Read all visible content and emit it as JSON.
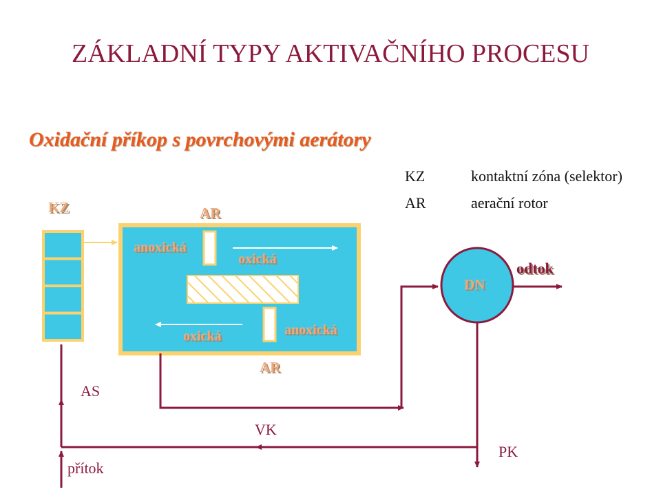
{
  "title": "ZÁKLADNÍ TYPY AKTIVAČNÍHO PROCESU",
  "subtitle": "Oxidační příkop s povrchovými aerátory",
  "legend": [
    {
      "abbr": "KZ",
      "desc": "kontaktní zóna (selektor)"
    },
    {
      "abbr": "AR",
      "desc": "aerační rotor"
    }
  ],
  "labels": {
    "kz": "KZ",
    "ar_top": "AR",
    "ar_bottom": "AR",
    "anoxic_left": "anoxická",
    "oxic_top": "oxická",
    "oxic_bottom": "oxická",
    "anoxic_right": "anoxická",
    "dn": "DN",
    "odtok": "odtok",
    "as": "AS",
    "vk": "VK",
    "pk": "PK",
    "pritok": "přítok"
  },
  "colors": {
    "title": "#8b1a3d",
    "subtitle": "#e8591f",
    "pipe": "#8b1a3d",
    "tank_fill": "#3ec8e6",
    "tank_border": "#fcd270",
    "label_orange": "#f0a878"
  }
}
